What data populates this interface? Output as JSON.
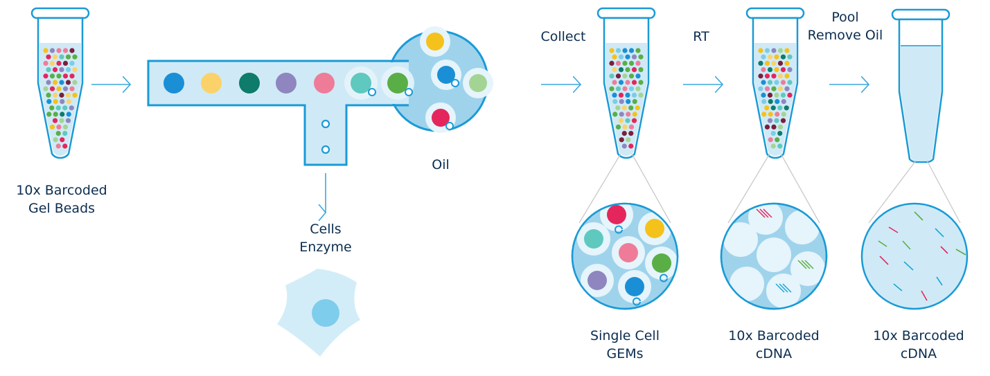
{
  "labels": {
    "gel_beads": [
      "10x Barcoded",
      "Gel Beads"
    ],
    "cells_enzyme": [
      "Cells",
      "Enzyme"
    ],
    "oil": "Oil",
    "collect": "Collect",
    "rt": "RT",
    "pool_remove_oil": [
      "Pool",
      "Remove Oil"
    ],
    "single_cell_gems": [
      "Single Cell",
      "GEMs"
    ],
    "barcoded_cdna_1": [
      "10x Barcoded",
      "cDNA"
    ],
    "barcoded_cdna_2": [
      "10x Barcoded",
      "cDNA"
    ]
  },
  "colors": {
    "outline": "#1a9ad6",
    "fill_light": "#cfeaf6",
    "fill_medium": "#9fd3ec",
    "bubble": "#e6f4fb",
    "text": "#0b2d4f",
    "arrow": "#3aa8dc",
    "bead_palette": [
      "#1a8fd6",
      "#fbd26a",
      "#0e7b6b",
      "#8f86c0",
      "#ee7c99",
      "#5fc8bf",
      "#5aae46",
      "#f4c21a",
      "#a4d493",
      "#e4265d",
      "#7bcde6",
      "#7a1f3d"
    ]
  },
  "channel_beads": [
    "#1a8fd6",
    "#fbd26a",
    "#0e7b6b",
    "#8f86c0",
    "#ee7c99",
    "#5fc8bf",
    "#5aae46"
  ]
}
